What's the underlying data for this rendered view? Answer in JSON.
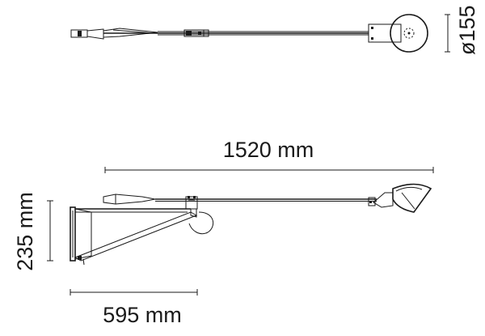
{
  "dimensions": {
    "head_diameter": "ø155",
    "arm_length": "1520 mm",
    "height": "235 mm",
    "wall_depth": "595 mm"
  }
}
